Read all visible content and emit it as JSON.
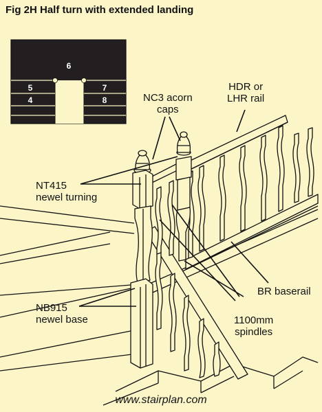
{
  "figure": {
    "title": "Fig 2H Half turn with extended landing"
  },
  "plan": {
    "steps": [
      {
        "number": "6"
      },
      {
        "number": "5"
      },
      {
        "number": "4"
      },
      {
        "number": "7"
      },
      {
        "number": "8"
      }
    ]
  },
  "labels": {
    "acorn_caps": {
      "line1": "NC3 acorn",
      "line2": "caps"
    },
    "handrail": {
      "line1": "HDR or",
      "line2": "LHR rail"
    },
    "newel_turning": {
      "line1": "NT415",
      "line2": "newel turning"
    },
    "baserail": {
      "line1": "BR baserail"
    },
    "newel_base": {
      "line1": "NB915",
      "line2": "newel base"
    },
    "spindles": {
      "line1": "1100mm",
      "line2": "spindles"
    }
  },
  "footer": {
    "url": "www.stairplan.com"
  },
  "colors": {
    "background": "#fbf5c8",
    "plan_fill": "#231f20",
    "ink": "#111111",
    "wood": "#fbf5c8"
  }
}
